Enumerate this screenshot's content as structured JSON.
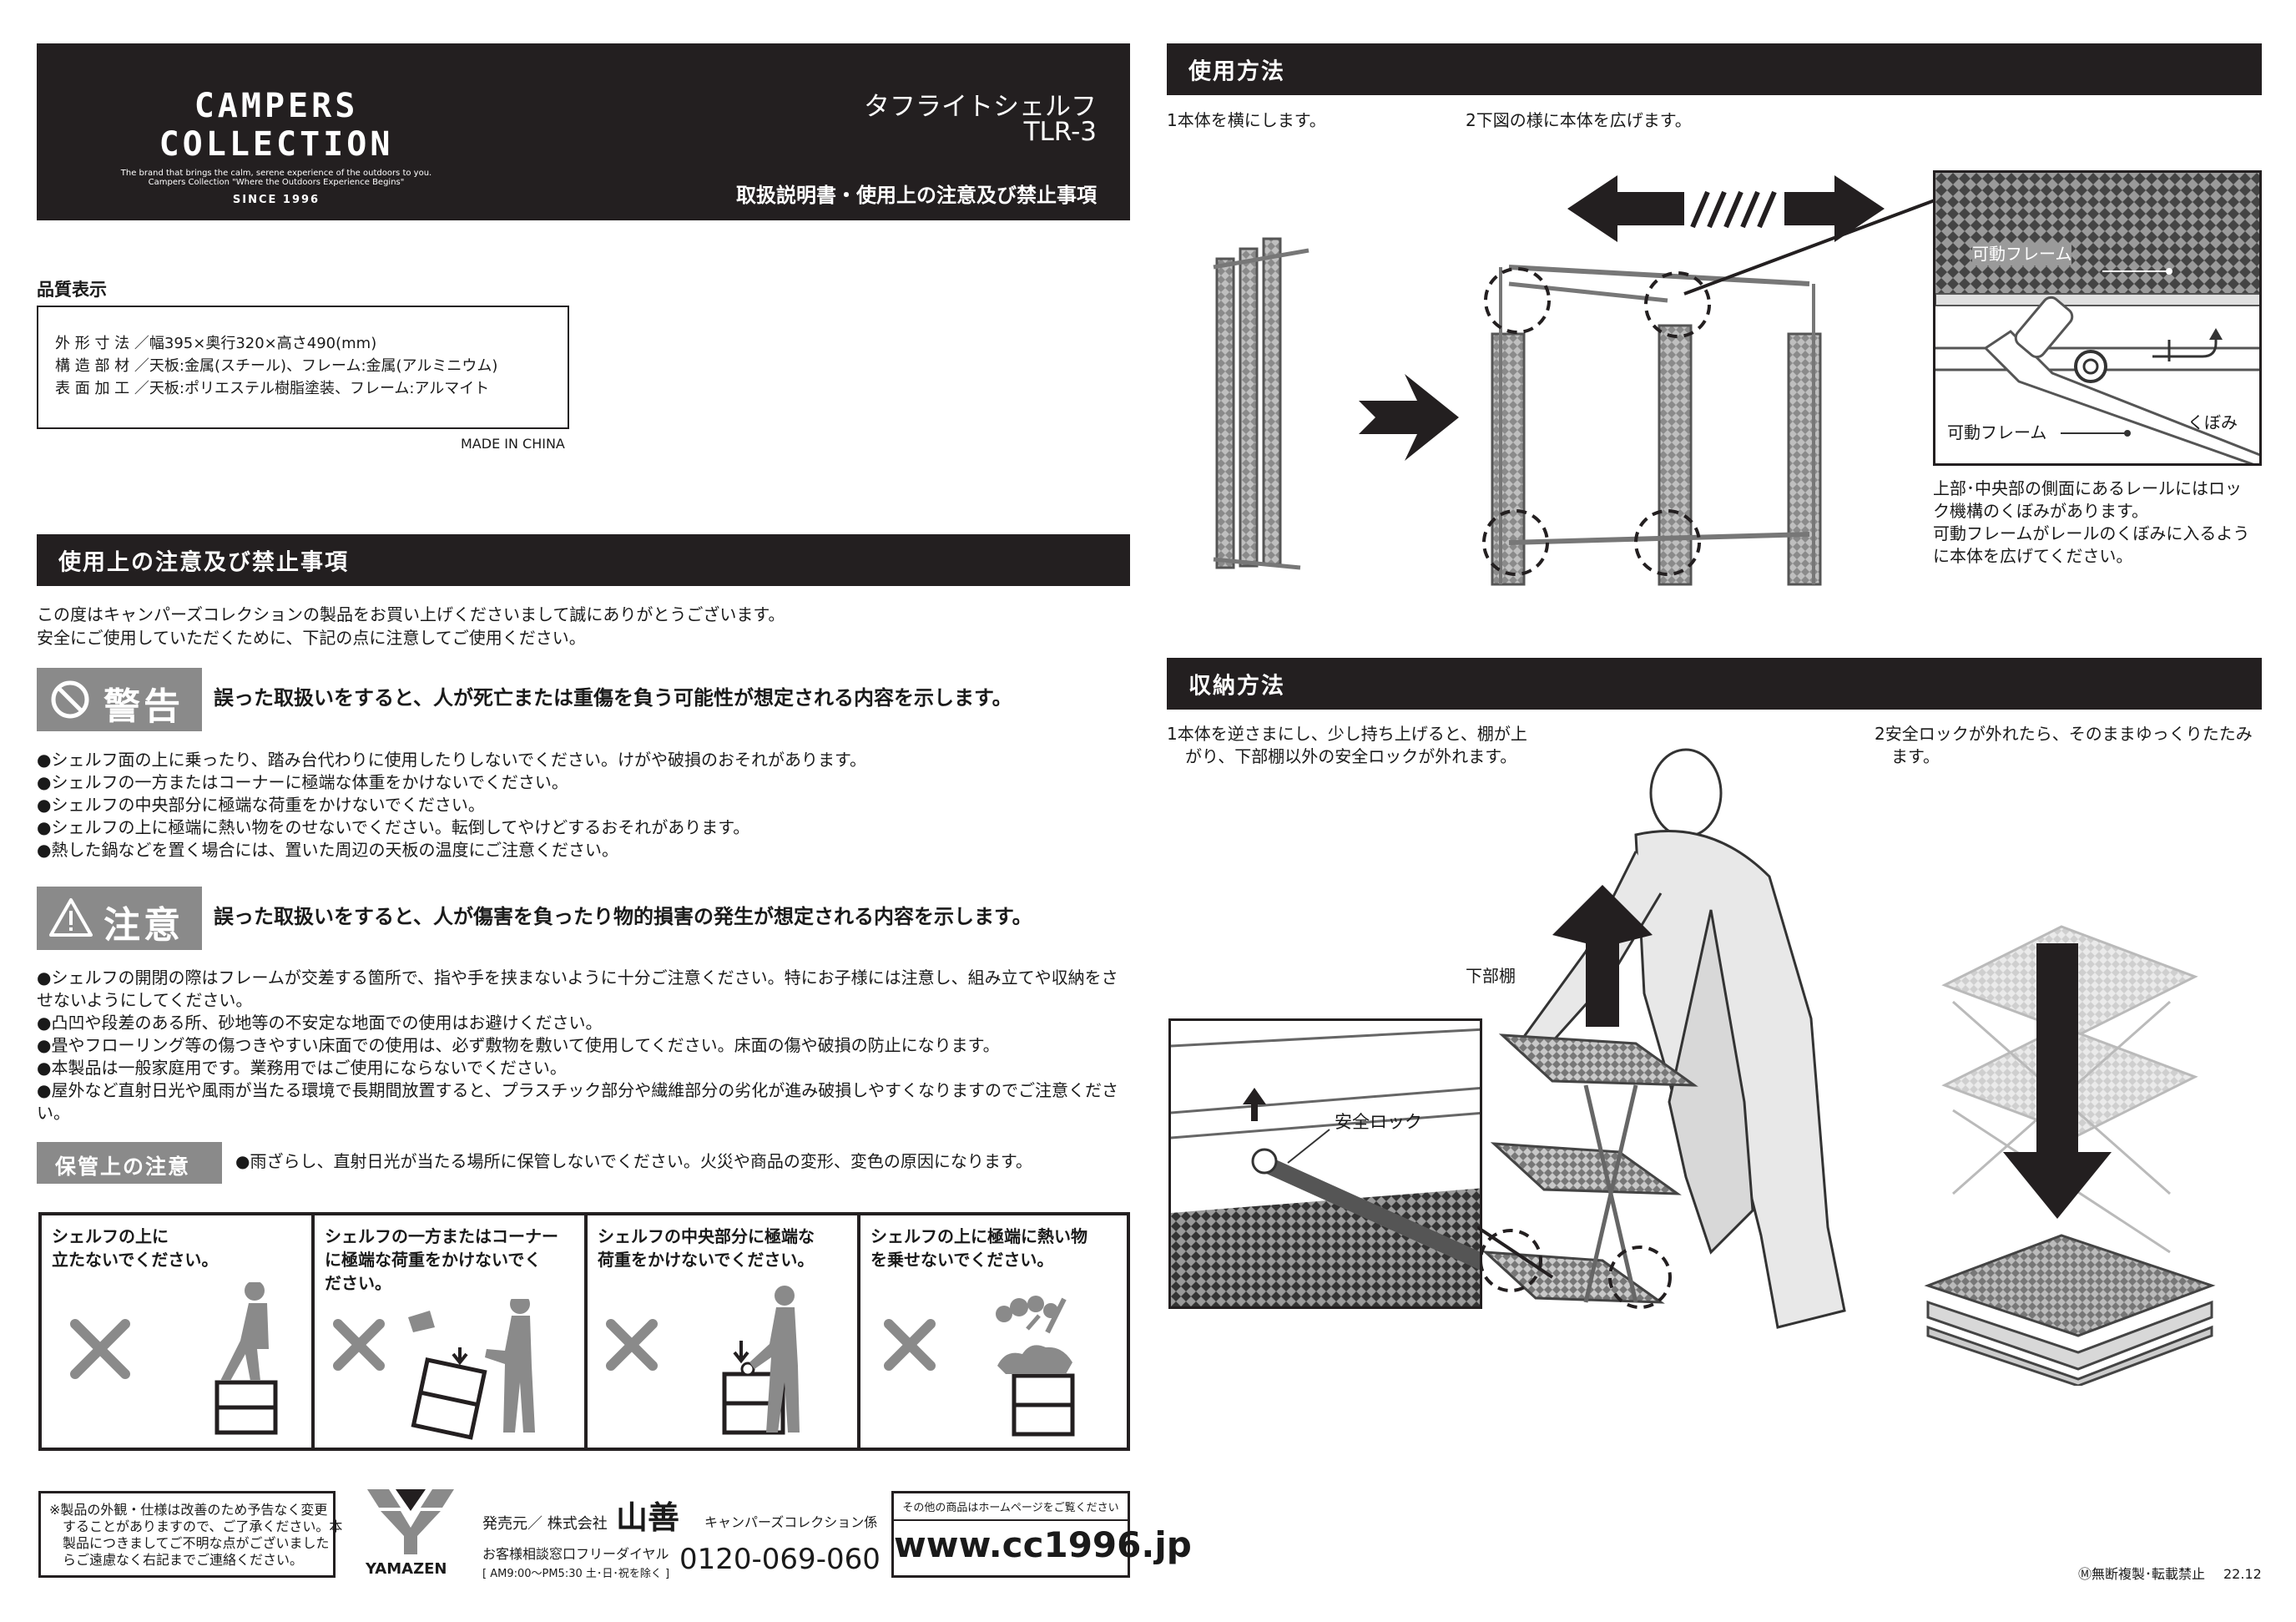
{
  "header": {
    "brand": "CAMPERS COLLECTION",
    "brand_sub1": "The brand that brings the calm, serene experience of the outdoors to you.",
    "brand_sub2": "Campers Collection \"Where the Outdoors Experience Begins\"",
    "brand_since": "SINCE 1996",
    "product_name": "タフライトシェルフ",
    "model": "TLR-3",
    "doc_title": "取扱説明書・使用上の注意及び禁止事項"
  },
  "quality": {
    "title": "品質表示",
    "rows": [
      "外 形 寸 法 ／幅395×奥行320×高さ490(mm)",
      "構 造 部 材 ／天板:金属(スチール)、フレーム:金属(アルミニウム)",
      "表 面 加 工 ／天板:ポリエステル樹脂塗装、フレーム:アルマイト"
    ],
    "made_in": "MADE IN CHINA"
  },
  "cautions": {
    "title": "使用上の注意及び禁止事項",
    "intro1": "この度はキャンパーズコレクションの製品をお買い上げくださいまして誠にありがとうございます。",
    "intro2": "安全にご使用していただくために、下記の点に注意してご使用ください。",
    "warning_label": "警告",
    "warning_desc": "誤った取扱いをすると、人が死亡または重傷を負う可能性が想定される内容を示します。",
    "warning_items": [
      "●シェルフ面の上に乗ったり、踏み台代わりに使用したりしないでください。けがや破損のおそれがあります。",
      "●シェルフの一方またはコーナーに極端な体重をかけないでください。",
      "●シェルフの中央部分に極端な荷重をかけないでください。",
      "●シェルフの上に極端に熱い物をのせないでください。転倒してやけどするおそれがあります。",
      "●熱した鍋などを置く場合には、置いた周辺の天板の温度にご注意ください。"
    ],
    "caution_label": "注意",
    "caution_desc": "誤った取扱いをすると、人が傷害を負ったり物的損害の発生が想定される内容を示します。",
    "caution_items": [
      "●シェルフの開閉の際はフレームが交差する箇所で、指や手を挟まないように十分ご注意ください。特にお子様には注意し、組み立てや収納をさせないようにしてください。",
      "●凸凹や段差のある所、砂地等の不安定な地面での使用はお避けください。",
      "●畳やフローリング等の傷つきやすい床面での使用は、必ず敷物を敷いて使用してください。床面の傷や破損の防止になります。",
      "●本製品は一般家庭用です。業務用ではご使用にならないでください。",
      "●屋外など直射日光や風雨が当たる環境で長期間放置すると、プラスチック部分や繊維部分の劣化が進み破損しやすくなりますのでご注意ください。"
    ],
    "storage_label": "保管上の注意",
    "storage_text": "●雨ざらし、直射日光が当たる場所に保管しないでください。火災や商品の変形、変色の原因になります。"
  },
  "panels": [
    {
      "line1": "シェルフの上に",
      "line2": "立たないでください。",
      "line3": ""
    },
    {
      "line1": "シェルフの一方またはコーナー",
      "line2": "に極端な荷重をかけないでく",
      "line3": "ださい。"
    },
    {
      "line1": "シェルフの中央部分に極端な",
      "line2": "荷重をかけないでください。",
      "line3": ""
    },
    {
      "line1": "シェルフの上に極端に熱い物",
      "line2": "を乗せないでください。",
      "line3": ""
    }
  ],
  "footer": {
    "notice1": "※製品の外観・仕様は改善のため予告なく変更",
    "notice2": "することがありますので、ご了承ください。本",
    "notice3": "製品につきましてご不明な点がございました",
    "notice4": "らご遠慮なく右記までご連絡ください。",
    "company_logo": "YAMAZEN",
    "seller_prefix": "発売元／ 株式会社",
    "seller_name": "山善",
    "seller_dept": "キャンパーズコレクション係",
    "support_label": "お客様相談窓口フリーダイヤル",
    "support_hours": "[ AM9:00〜PM5:30 土･日･祝を除く ]",
    "phone": "0120-069-060",
    "web_label": "その他の商品はホームページをご覧ください",
    "url": "www.cc1996.jp",
    "copyright": "Ⓜ無断複製･転載禁止",
    "version": "22.12"
  },
  "usage": {
    "title": "使用方法",
    "step1": "1本体を横にします。",
    "step2": "2下図の様に本体を広げます。",
    "label_frame_top": "可動フレーム",
    "label_frame_bottom": "可動フレーム",
    "label_notch": "くぼみ",
    "note1": "上部･中央部の側面にあるレールにはロッ",
    "note2": "ク機構のくぼみがあります。",
    "note3": "可動フレームがレールのくぼみに入るよう",
    "note4": "に本体を広げてください。"
  },
  "storage_method": {
    "title": "収納方法",
    "step1a": "1本体を逆さまにし、少し持ち上げると、棚が上",
    "step1b": "がり、下部棚以外の安全ロックが外れます。",
    "step2a": "2安全ロックが外れたら、そのままゆっくりたたみ",
    "step2b": "ます。",
    "label_lower_shelf": "下部棚",
    "label_safety_lock": "安全ロック"
  }
}
